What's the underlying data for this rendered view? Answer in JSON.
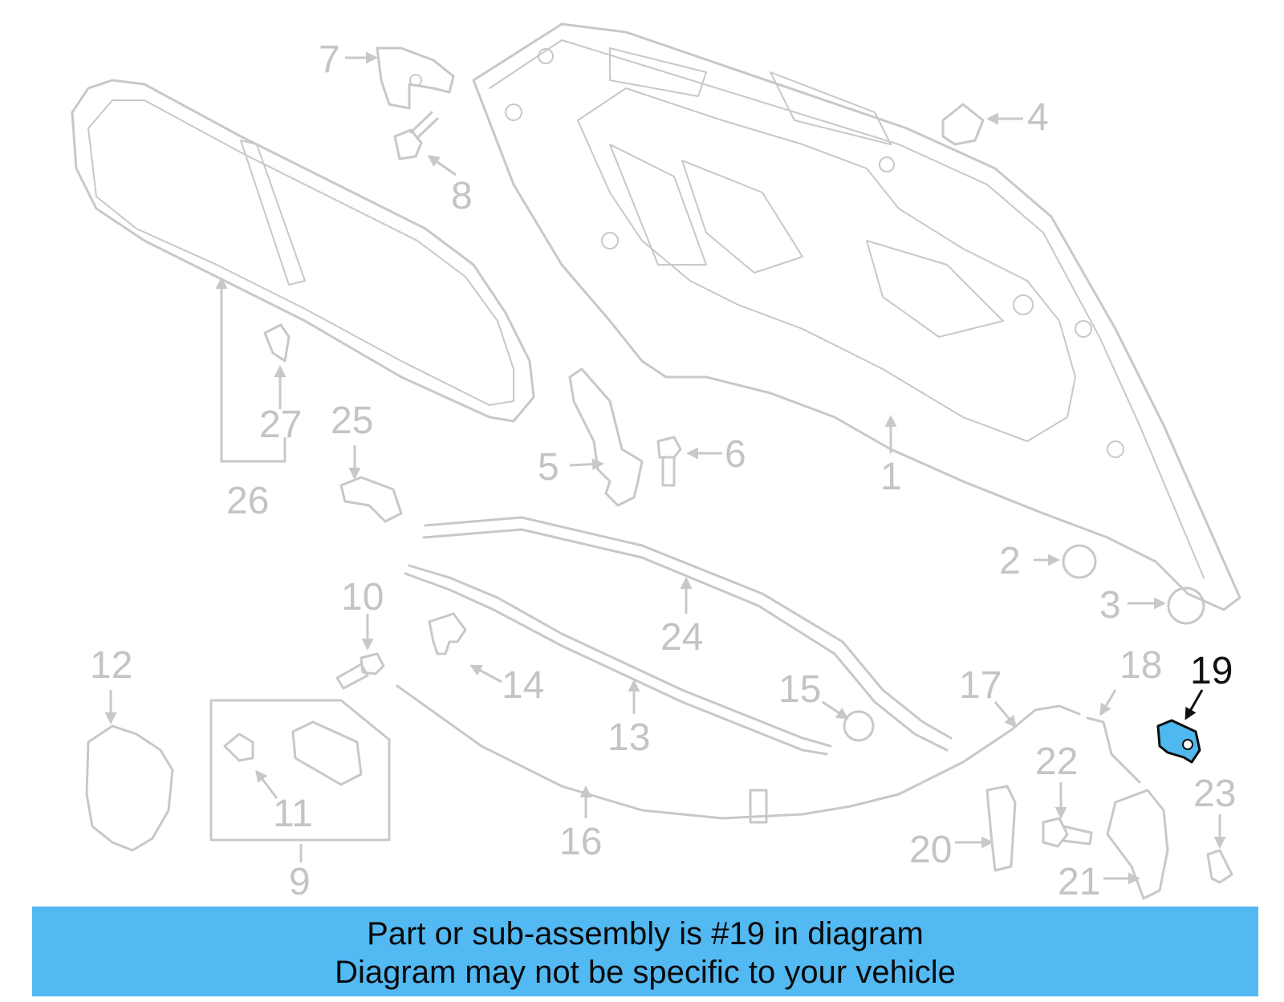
{
  "diagram": {
    "highlight_color": "#4fb8ee",
    "part_color": "#c8c8c8",
    "highlighted_callout": "19",
    "callouts": [
      "1",
      "2",
      "3",
      "4",
      "5",
      "6",
      "7",
      "8",
      "9",
      "10",
      "11",
      "12",
      "13",
      "14",
      "15",
      "16",
      "17",
      "18",
      "19",
      "20",
      "21",
      "22",
      "23",
      "24",
      "25",
      "26",
      "27"
    ]
  },
  "banner": {
    "background": "#52b9f2",
    "line1": "Part or sub-assembly is #19 in diagram",
    "line2": "Diagram may not be specific to your vehicle"
  }
}
